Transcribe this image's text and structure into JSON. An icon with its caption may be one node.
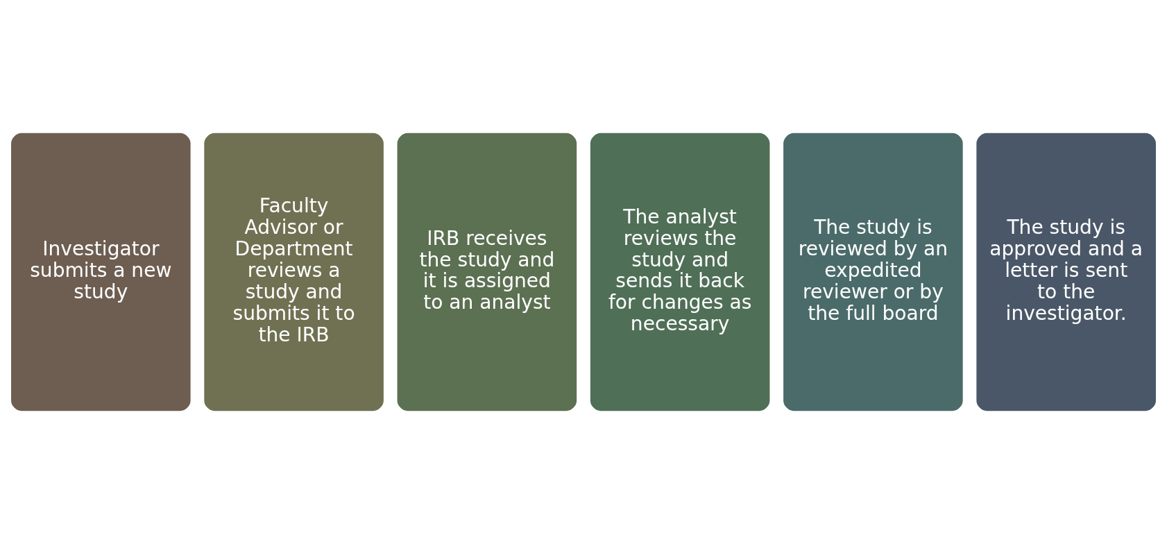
{
  "diagram": {
    "nodes": [
      {
        "text": [
          "Investigator submits a new study"
        ]
      },
      {
        "text": [
          "Faculty Advisor or Department reviews a study and submits it to the IRB"
        ]
      },
      {
        "text": [
          "IRB receives the study and it is assigned to an analyst"
        ]
      },
      {
        "text": [
          "The analyst reviews the study and sends it back for changes as necessary"
        ]
      },
      {
        "text": [
          "The study is reviewed by an expedited reviewer or by the full board"
        ]
      },
      {
        "text": [
          "The study is approved and a letter is sent to the investigator."
        ]
      }
    ]
  }
}
